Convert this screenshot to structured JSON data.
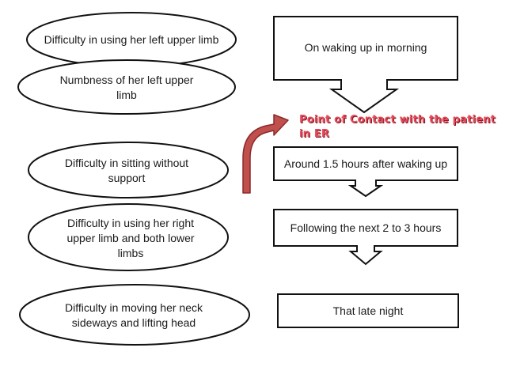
{
  "symptoms": [
    "Difficulty in using her left upper limb",
    "Numbness of her left upper limb",
    "Difficulty in sitting without support",
    "Difficulty in using her right upper limb and both lower limbs",
    "Difficulty in moving her neck sideways and lifting head"
  ],
  "timeline": [
    "On waking up in morning",
    "Around 1.5 hours after waking up",
    "Following the next 2 to 3 hours",
    "That late night"
  ],
  "contact_label": "Point of Contact with the patient in ER",
  "colors": {
    "outline": "#111111",
    "curved_arrow_fill": "#c0504d",
    "curved_arrow_stroke": "#8b2a2a",
    "label_text": "#e74a5a"
  }
}
